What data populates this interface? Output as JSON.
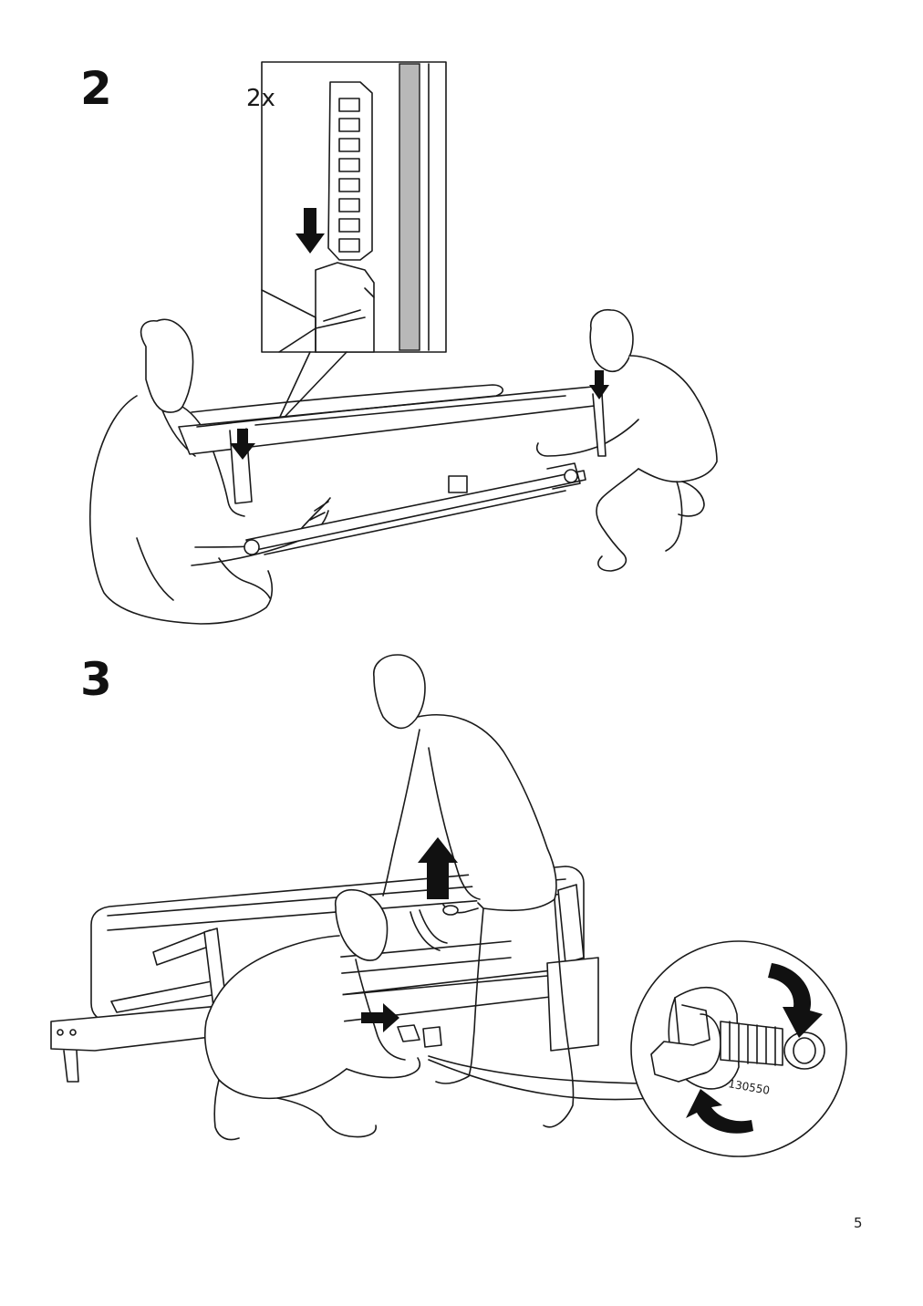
{
  "steps": [
    {
      "number": "2",
      "detail_callout": {
        "quantity_label": "2x"
      }
    },
    {
      "number": "3",
      "detail_callout": {
        "part_number": "130550"
      }
    }
  ],
  "page_number": "5",
  "icons": {
    "down_arrow": "down-arrow-icon",
    "up_arrow": "up-arrow-icon",
    "right_arrow": "right-arrow-icon",
    "rotate_clockwise": "rotate-clockwise-icon"
  },
  "colors": {
    "ink": "#1a1a1a",
    "paper": "#ffffff",
    "fabric_grey": "#b8b8b8"
  }
}
